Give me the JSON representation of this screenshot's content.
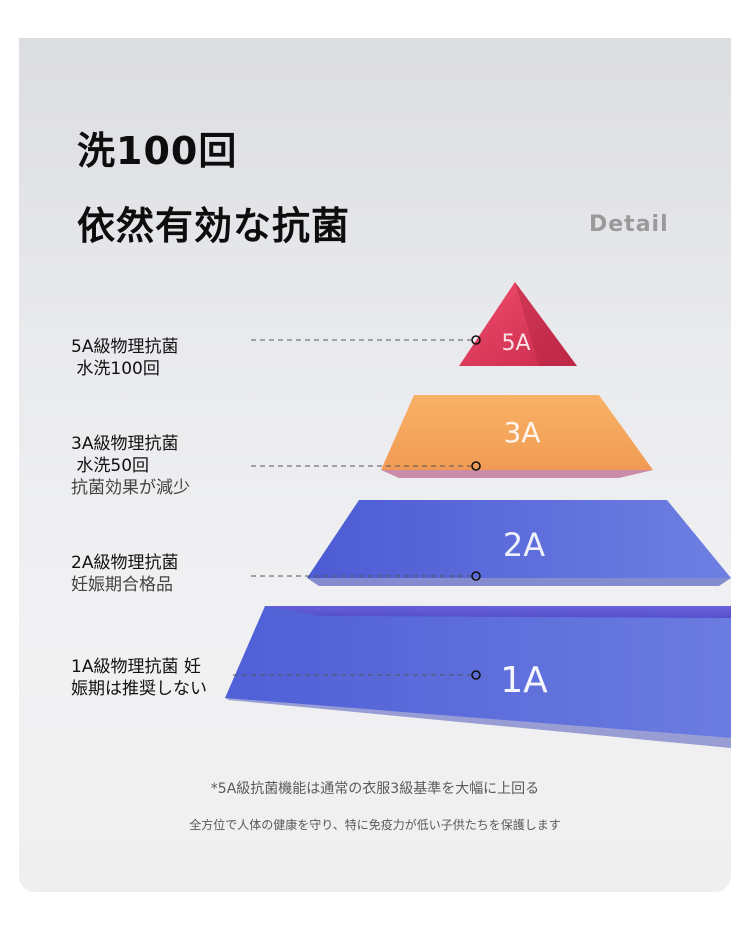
{
  "headline": {
    "line1": "洗100回",
    "line2": "依然有効な抗菌"
  },
  "detail": "Detail",
  "tiers": [
    {
      "id": "5A",
      "badge": "5A",
      "line1": "5A級物理抗菌",
      "line2": " 水洗100回",
      "line3": ""
    },
    {
      "id": "3A",
      "badge": "3A",
      "line1": "3A級物理抗菌",
      "line2": " 水洗50回",
      "line3": "抗菌効果が減少"
    },
    {
      "id": "2A",
      "badge": "2A",
      "line1": "2A級物理抗菌",
      "line2": "妊娠期合格品",
      "line3": ""
    },
    {
      "id": "1A",
      "badge": "1A",
      "line1": "1A級物理抗菌 妊",
      "line2": "娠期は推奨しない",
      "line3": ""
    }
  ],
  "footnote1": "*5A級抗菌機能は通常の衣服3級基準を大幅に上回る",
  "footnote2": "全方位で人体の健康を守り、特に免疫力が低い子供たちを保護します",
  "colors": {
    "tier5A": "#e0395c",
    "tier3A": "#f4a85c",
    "tier2A": "#5b69d8",
    "tier1A": "#5a6ad9",
    "leader": "#555555"
  }
}
